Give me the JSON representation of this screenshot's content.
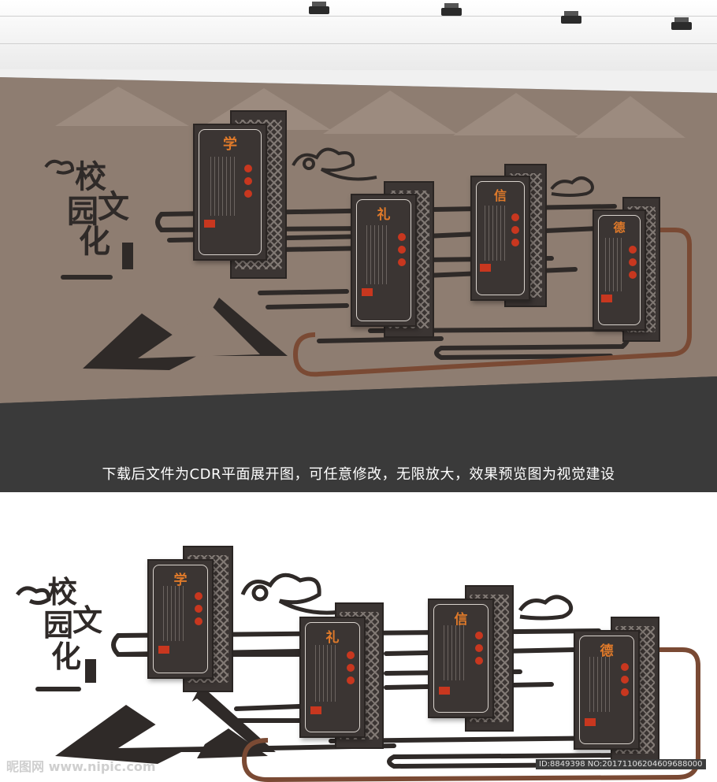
{
  "caption": "下载后文件为CDR平面展开图，可任意修改，无限放大，效果预览图为视觉建设",
  "title_chars": [
    "校",
    "园",
    "文",
    "化"
  ],
  "panels": [
    {
      "title": "学",
      "seal": "正典"
    },
    {
      "title": "礼",
      "seal": "正典"
    },
    {
      "title": "信",
      "seal": "正典"
    },
    {
      "title": "德",
      "seal": "正典"
    }
  ],
  "watermark": {
    "left": "昵图网 www.nipic.com",
    "right": "ID:8849398 NO:20171106204609688000"
  },
  "colors": {
    "wall": "#8e7d71",
    "floor": "#3a3a3a",
    "panel": "#3b3533",
    "accent_orange": "#e07a2a",
    "seal_red": "#c8371f",
    "rust_line": "#7a4a34"
  }
}
